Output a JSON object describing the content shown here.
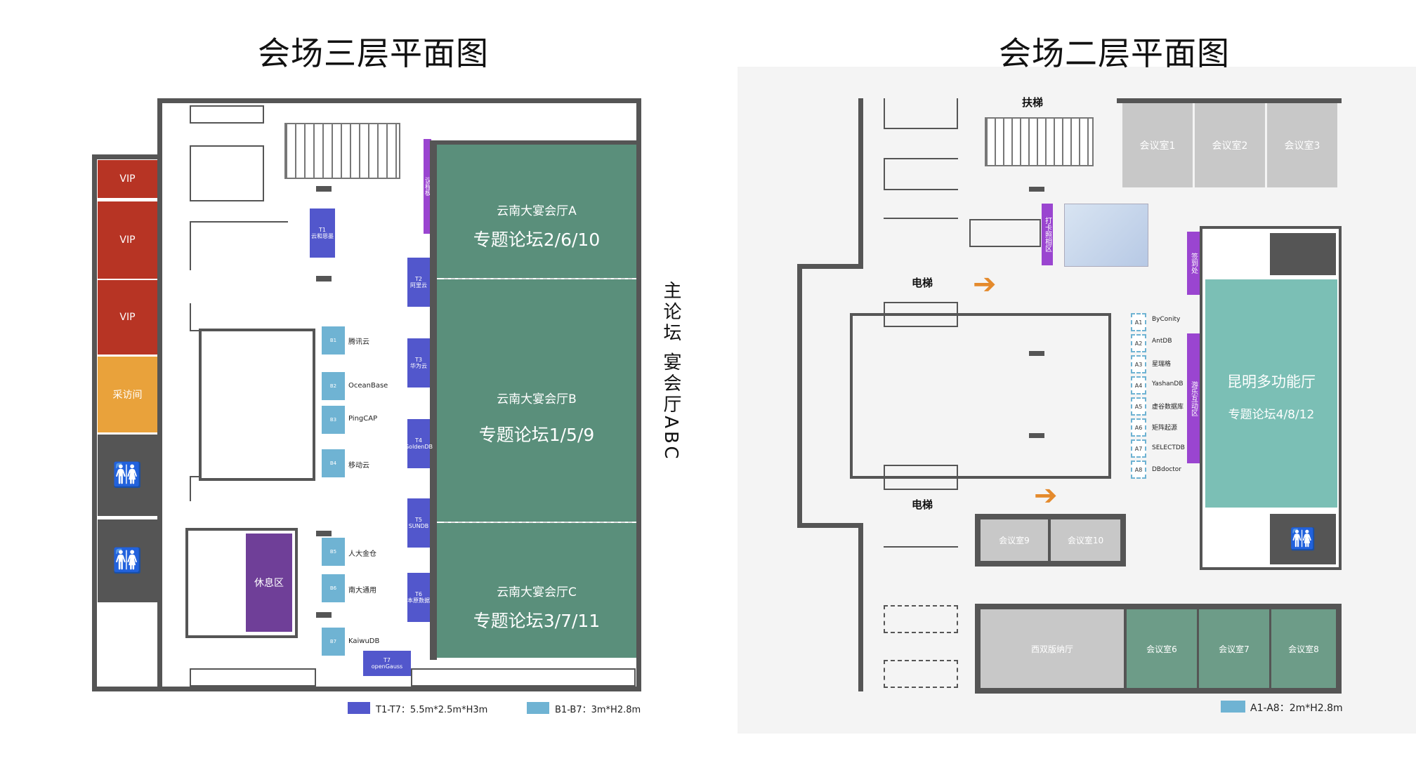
{
  "floor3": {
    "title": "会场三层平面图",
    "vip1": "VIP",
    "vip2": "VIP",
    "vip3": "VIP",
    "interview": "采访间",
    "lounge": "休息区",
    "agenda_board": "议程板",
    "hallA": {
      "name": "云南大宴会厅A",
      "forum": "专题论坛2/6/10"
    },
    "hallB": {
      "name": "云南大宴会厅B",
      "forum": "专题论坛1/5/9"
    },
    "hallC": {
      "name": "云南大宴会厅C",
      "forum": "专题论坛3/7/11"
    },
    "side_label": "主论坛 宴会厅ABC",
    "t_booths": [
      {
        "code": "T1",
        "name": "云和恩墨"
      },
      {
        "code": "T2",
        "name": "阿里云"
      },
      {
        "code": "T3",
        "name": "华为云"
      },
      {
        "code": "T4",
        "name": "GoldenDB"
      },
      {
        "code": "T5",
        "name": "SUNDB"
      },
      {
        "code": "T6",
        "name": "本原数据"
      },
      {
        "code": "T7",
        "name": "openGauss"
      }
    ],
    "b_booths": [
      {
        "code": "B1",
        "name": "腾讯云"
      },
      {
        "code": "B2",
        "name": "OceanBase"
      },
      {
        "code": "B3",
        "name": "PingCAP"
      },
      {
        "code": "B4",
        "name": "移动云"
      },
      {
        "code": "B5",
        "name": "人大金仓"
      },
      {
        "code": "B6",
        "name": "南大通用"
      },
      {
        "code": "B7",
        "name": "KaiwuDB"
      }
    ],
    "legend_t": "T1-T7：5.5m*2.5m*H3m",
    "legend_b": "B1-B7：3m*H2.8m",
    "colors": {
      "t_booth": "#5257cc",
      "b_booth": "#6fb3d3",
      "vip": "#b73424",
      "interview": "#e9a23b",
      "lounge": "#6f3f98",
      "hall": "#5a8f7b"
    }
  },
  "floor2": {
    "title": "会场二层平面图",
    "escalator": "扶梯",
    "elevator1": "电梯",
    "elevator2": "电梯",
    "photo_zone": "打卡照相区",
    "signin": "签到处",
    "game_zone": "游乐互动区",
    "meeting_rooms_top": [
      "会议室1",
      "会议室2",
      "会议室3"
    ],
    "meeting_rooms_mid": [
      "会议室9",
      "会议室10"
    ],
    "xishuang_hall": "西双版纳厅",
    "meeting_rooms_bottom": [
      "会议室6",
      "会议室7",
      "会议室8"
    ],
    "kunming_hall": {
      "name": "昆明多功能厅",
      "forum": "专题论坛4/8/12"
    },
    "a_booths": [
      {
        "code": "A1",
        "name": "ByConity"
      },
      {
        "code": "A2",
        "name": "AntDB"
      },
      {
        "code": "A3",
        "name": "星瑞格"
      },
      {
        "code": "A4",
        "name": "YashanDB"
      },
      {
        "code": "A5",
        "name": "虚谷数据库"
      },
      {
        "code": "A6",
        "name": "矩阵起源"
      },
      {
        "code": "A7",
        "name": "SELECTDB"
      },
      {
        "code": "A8",
        "name": "DBdoctor"
      }
    ],
    "legend_a": "A1-A8：2m*H2.8m",
    "colors": {
      "a_booth": "#6fb3d3",
      "kunming": "#7bbfb5",
      "purple": "#9a45d0",
      "arrow": "#e48a2c"
    }
  }
}
